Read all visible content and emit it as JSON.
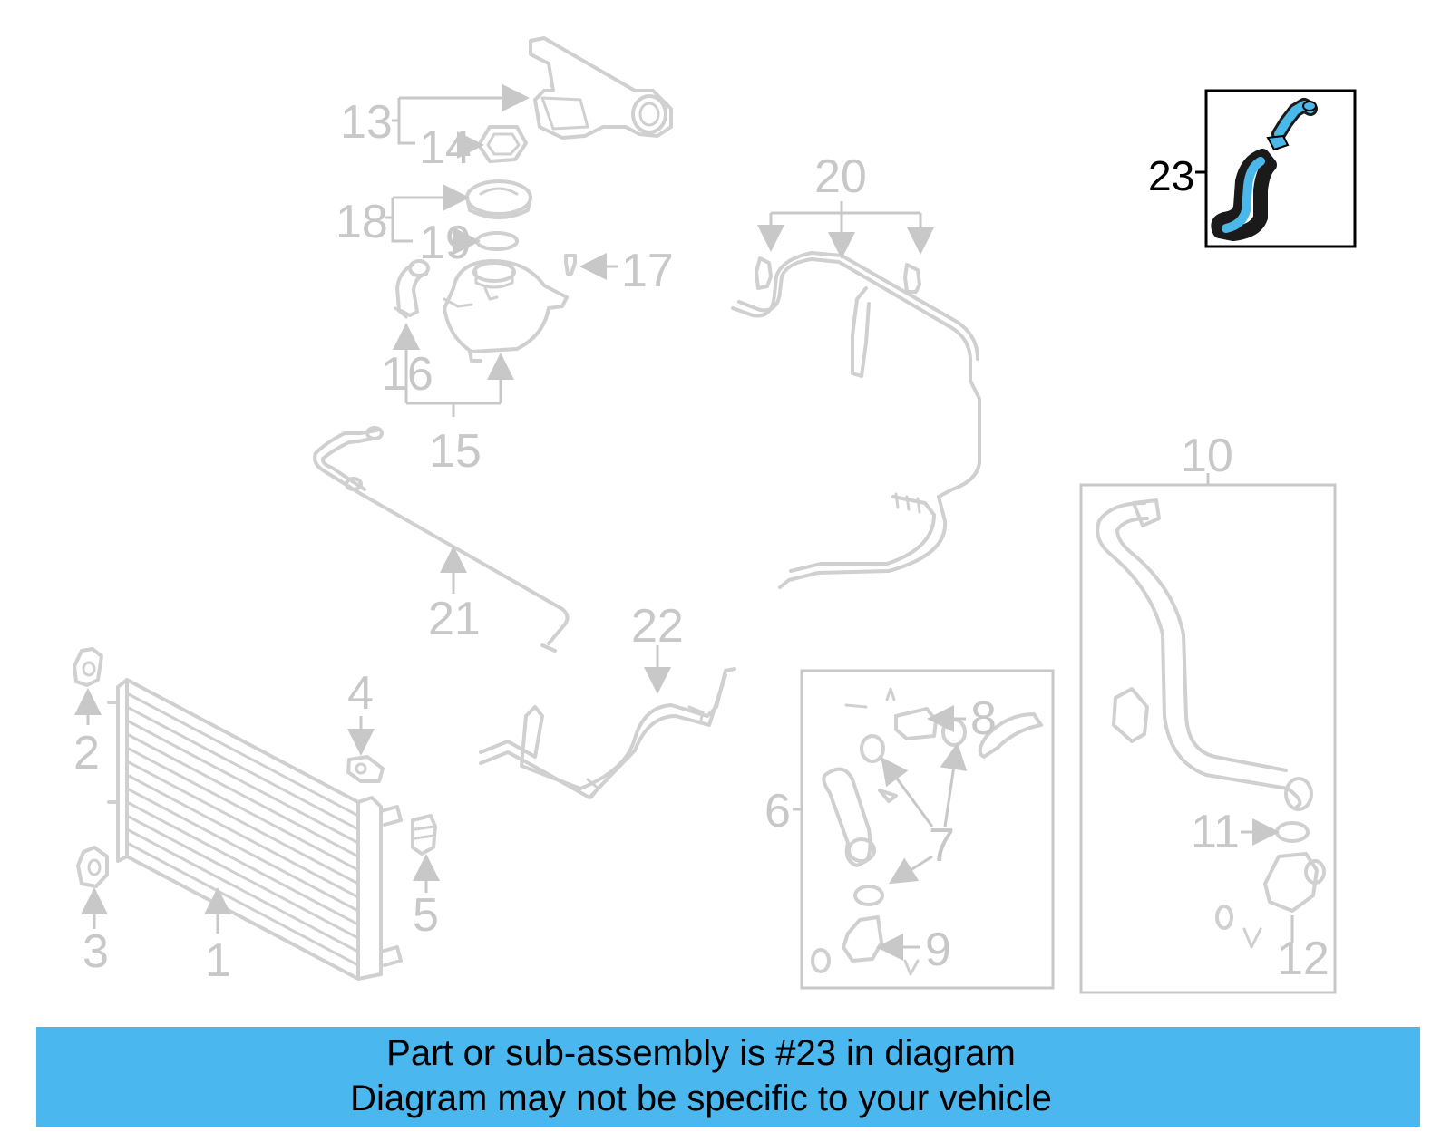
{
  "diagram": {
    "callouts": {
      "c1": "1",
      "c2": "2",
      "c3": "3",
      "c4": "4",
      "c5": "5",
      "c6": "6",
      "c7": "7",
      "c8": "8",
      "c9": "9",
      "c10": "10",
      "c11": "11",
      "c12": "12",
      "c13": "13",
      "c14": "14",
      "c15": "15",
      "c16": "16",
      "c17": "17",
      "c18": "18",
      "c19": "19",
      "c20": "20",
      "c21": "21",
      "c22": "22",
      "c23": "23"
    },
    "highlighted_part": "23",
    "highlight_color": "#4ab8e8",
    "muted_color": "#c8c8c8"
  },
  "banner": {
    "line1": "Part or sub-assembly is #23 in diagram",
    "line2": "Diagram may not be specific to your vehicle",
    "background": "#4ab8ee"
  }
}
